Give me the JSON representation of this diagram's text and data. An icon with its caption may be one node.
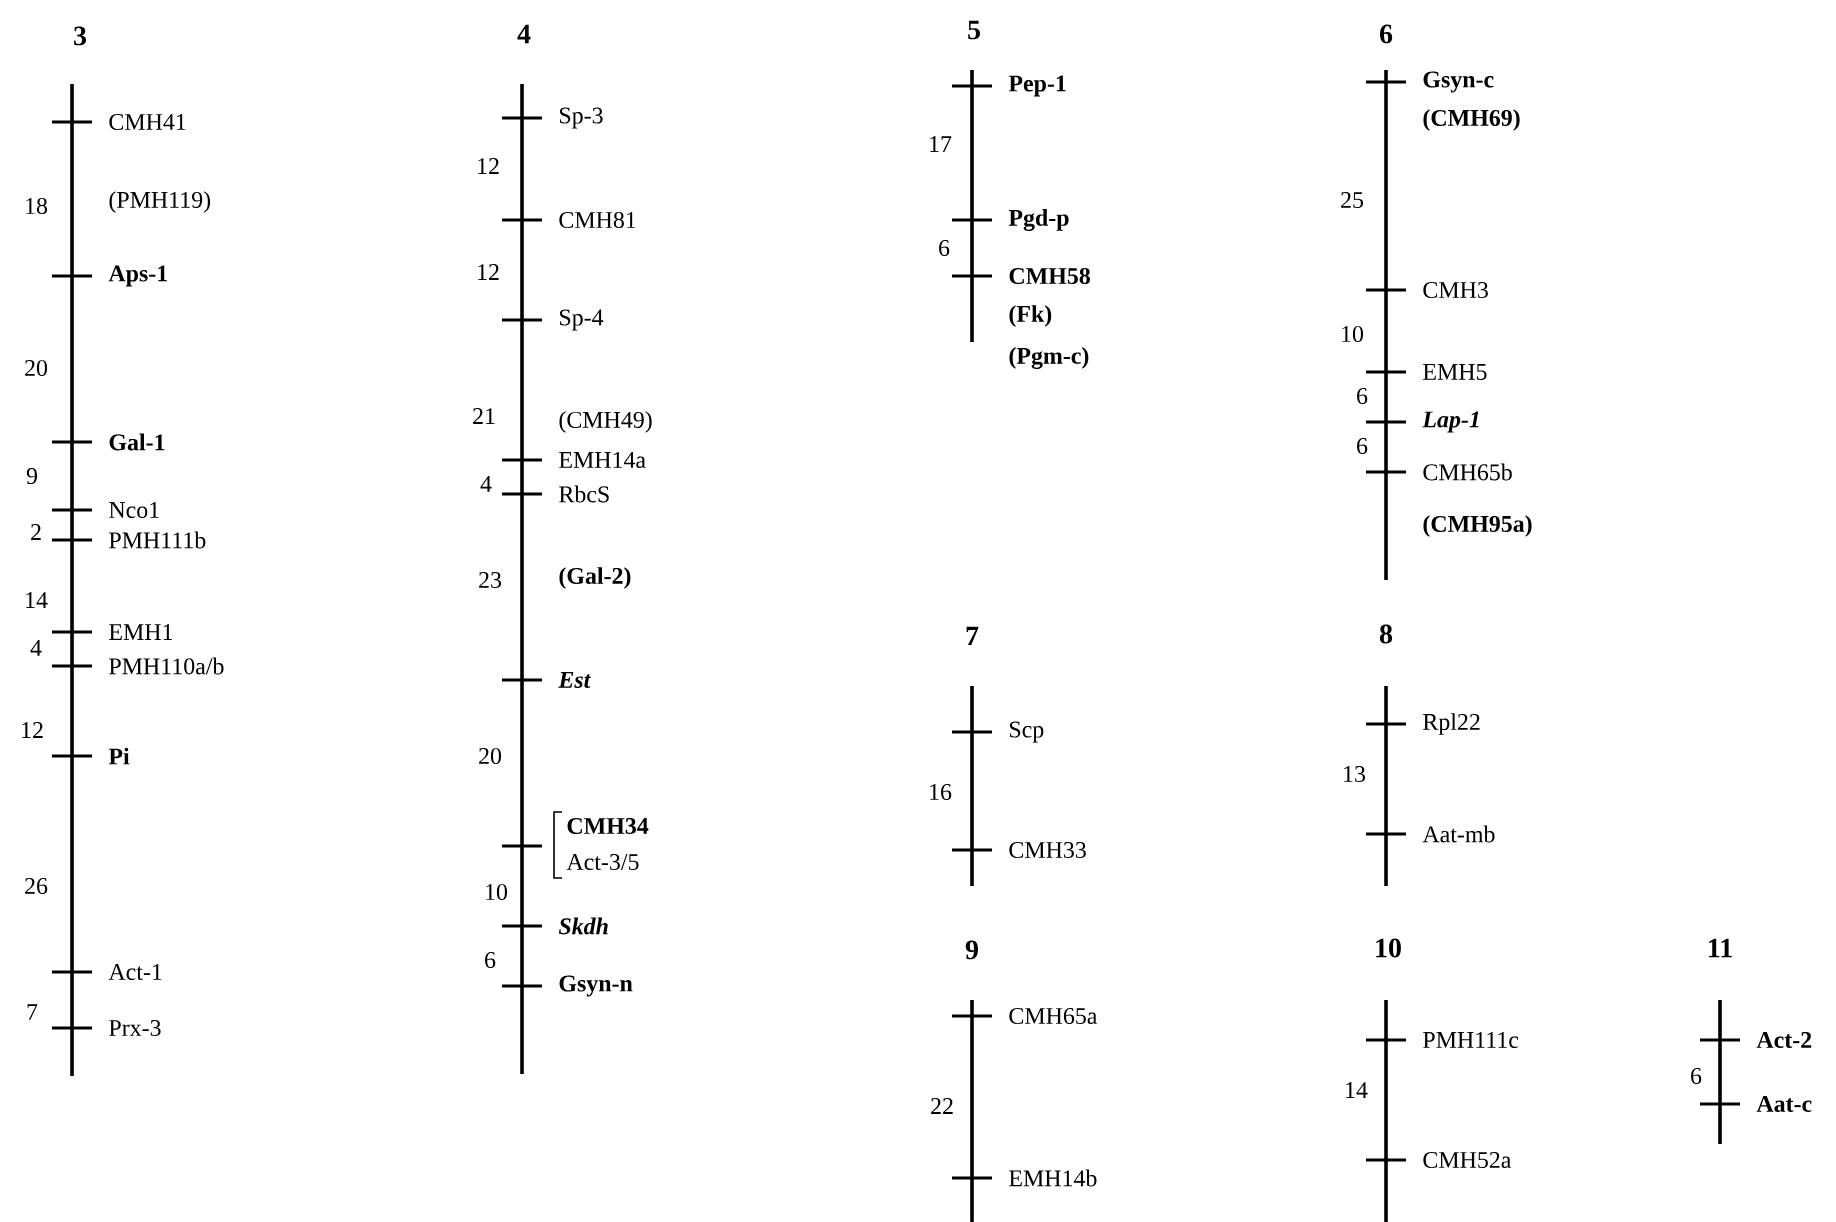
{
  "diagram": {
    "labels": [
      "3",
      "CMH41",
      "18",
      "(PMH119)",
      "Aps-1",
      "20",
      "Gal-1",
      "9",
      "Nco1",
      "2",
      "PMH111b",
      "14",
      "EMH1",
      "4",
      "PMH110a/b",
      "12",
      "Pi",
      "26",
      "Act-1",
      "7",
      "Prx-3",
      "4",
      "Sp-3",
      "12",
      "CMH81",
      "12",
      "Sp-4",
      "21",
      "(CMH49)",
      "EMH14a",
      "4",
      "RbcS",
      "23",
      "(Gal-2)",
      "Est",
      "20",
      "CMH34",
      "Act-3/5",
      "10",
      "Skdh",
      "6",
      "Gsyn-n",
      "5",
      "Pep-1",
      "17",
      "Pgd-p",
      "6",
      "CMH58",
      "(Fk)",
      "(Pgm-c)",
      "6",
      "Gsyn-c",
      "(CMH69)",
      "25",
      "CMH3",
      "10",
      "EMH5",
      "6",
      "Lap-1",
      "6",
      "CMH65b",
      "(CMH95a)",
      "7",
      "Scp",
      "16",
      "CMH33",
      "8",
      "Rpl22",
      "13",
      "Aat-mb",
      "9",
      "CMH65a",
      "22",
      "EMH14b",
      "10",
      "PMH111c",
      "14",
      "CMH52a",
      "11",
      "Act-2",
      "6",
      "Aat-c"
    ]
  }
}
